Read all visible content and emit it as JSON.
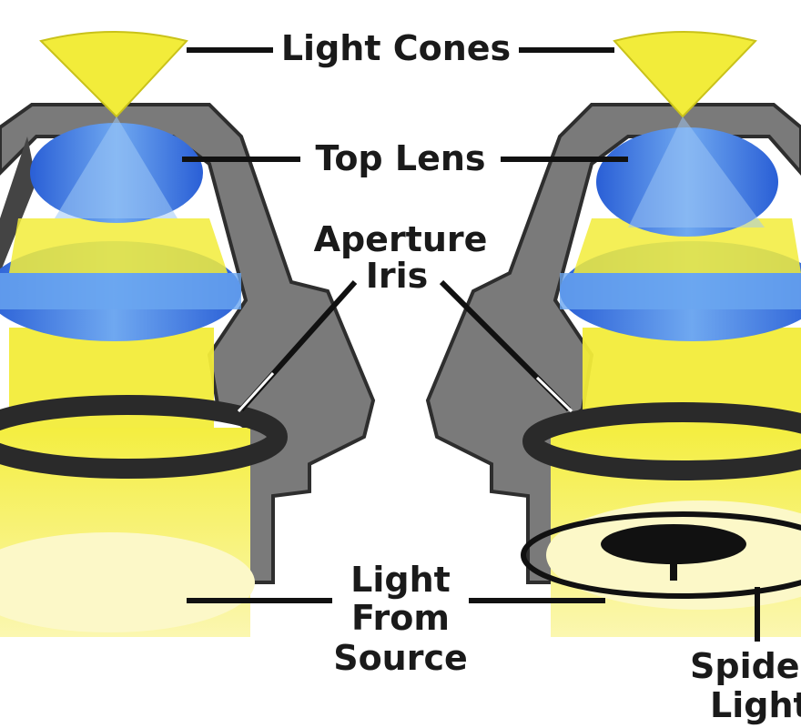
{
  "labels": {
    "light_cones": "Light Cones",
    "top_lens": "Top Lens",
    "aperture_iris_line1": "Aperture",
    "aperture_iris_line2": "Iris",
    "light_from_source_line1": "Light",
    "light_from_source_line2": "From",
    "light_from_source_line3": "Source",
    "spider_light_line1": "Spider",
    "spider_light_line2": "Light"
  },
  "colors": {
    "light_yellow": "#f2ec3a",
    "pale_yellow": "#fbf6a6",
    "lens_blue": "#2f6fe0",
    "lens_light_blue": "#7fb4f2",
    "housing_gray": "#7a7a7a",
    "housing_dark": "#3a3a3a",
    "label_text": "#1a1a1a"
  }
}
